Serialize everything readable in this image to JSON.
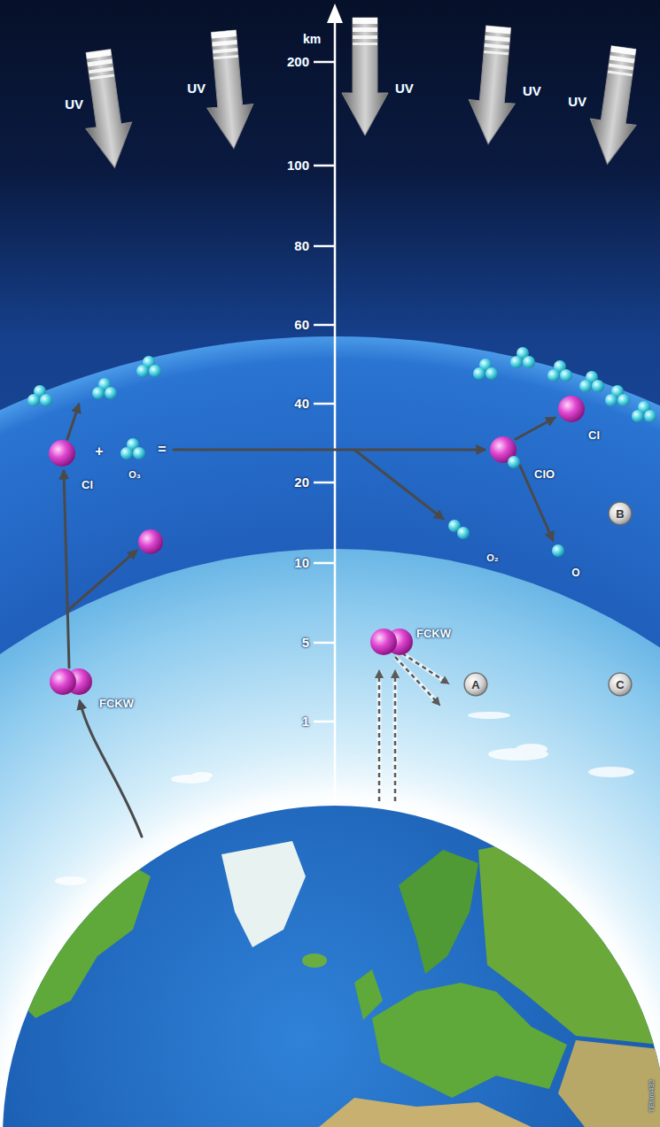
{
  "diagram": {
    "nodes": [
      {
        "text": [
          "B"
        ]
      },
      {
        "text": [
          "A"
        ]
      },
      {
        "text": [
          "C"
        ]
      }
    ],
    "labels": [
      "km",
      "200",
      "100",
      "80",
      "60",
      "40",
      "20",
      "10",
      "5",
      "1",
      "UV",
      "UV",
      "UV",
      "UV",
      "UV",
      "Cl",
      "+",
      "O₃",
      "=",
      "ClO",
      "Cl",
      "O₂",
      "O",
      "FCKW",
      "FCKW",
      "TEfam432"
    ]
  }
}
